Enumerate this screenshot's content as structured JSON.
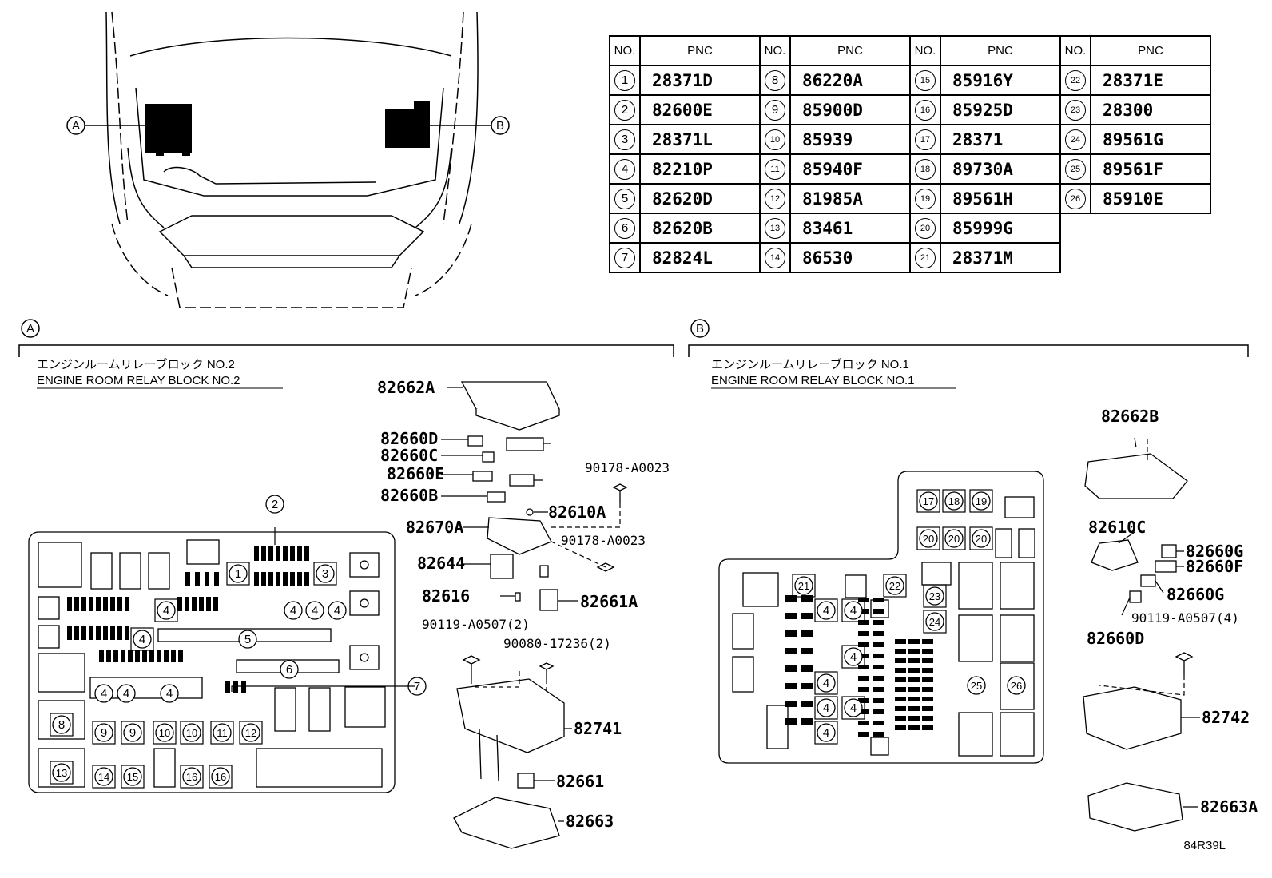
{
  "table": {
    "header_no": "NO.",
    "header_pnc": "PNC",
    "rows": [
      [
        {
          "no": "1",
          "pnc": "28371D"
        },
        {
          "no": "8",
          "pnc": "86220A"
        },
        {
          "no": "15",
          "pnc": "85916Y"
        },
        {
          "no": "22",
          "pnc": "28371E"
        }
      ],
      [
        {
          "no": "2",
          "pnc": "82600E"
        },
        {
          "no": "9",
          "pnc": "85900D"
        },
        {
          "no": "16",
          "pnc": "85925D"
        },
        {
          "no": "23",
          "pnc": "28300"
        }
      ],
      [
        {
          "no": "3",
          "pnc": "28371L"
        },
        {
          "no": "10",
          "pnc": "85939"
        },
        {
          "no": "17",
          "pnc": "28371"
        },
        {
          "no": "24",
          "pnc": "89561G"
        }
      ],
      [
        {
          "no": "4",
          "pnc": "82210P"
        },
        {
          "no": "11",
          "pnc": "85940F"
        },
        {
          "no": "18",
          "pnc": "89730A"
        },
        {
          "no": "25",
          "pnc": "89561F"
        }
      ],
      [
        {
          "no": "5",
          "pnc": "82620D"
        },
        {
          "no": "12",
          "pnc": "81985A"
        },
        {
          "no": "19",
          "pnc": "89561H"
        },
        {
          "no": "26",
          "pnc": "85910E"
        }
      ],
      [
        {
          "no": "6",
          "pnc": "82620B"
        },
        {
          "no": "13",
          "pnc": "83461"
        },
        {
          "no": "20",
          "pnc": "85999G"
        },
        null
      ],
      [
        {
          "no": "7",
          "pnc": "82824L"
        },
        {
          "no": "14",
          "pnc": "86530"
        },
        {
          "no": "21",
          "pnc": "28371M"
        },
        null
      ]
    ]
  },
  "vehicle": {
    "callout_a": "A",
    "callout_b": "B"
  },
  "section_a": {
    "marker": "A",
    "title_jp": "エンジンルームリレーブロック NO.2",
    "title_en": "ENGINE ROOM RELAY BLOCK NO.2",
    "parts": {
      "cover": "82662A",
      "p60d": "82660D",
      "p60c": "82660C",
      "p60e": "82660E",
      "p60b": "82660B",
      "p10a": "82610A",
      "p70a": "82670A",
      "p44": "82644",
      "p16": "82616",
      "p61a": "82661A",
      "bolt1": "90178-A0023",
      "bolt2": "90178-A0023",
      "screw": "90119-A0507(2)",
      "clip": "90080-17236(2)",
      "bracket": "82741",
      "p61": "82661",
      "lower": "82663"
    }
  },
  "section_b": {
    "marker": "B",
    "title_jp": "エンジンルームリレーブロック NO.1",
    "title_en": "ENGINE ROOM RELAY BLOCK NO.1",
    "parts": {
      "cover": "82662B",
      "p10c": "82610C",
      "g1": "82660G",
      "f": "82660F",
      "g2": "82660G",
      "d": "82660D",
      "screw": "90119-A0507(4)",
      "bracket": "82742",
      "lower": "82663A"
    }
  },
  "ref_code": "84R39L"
}
